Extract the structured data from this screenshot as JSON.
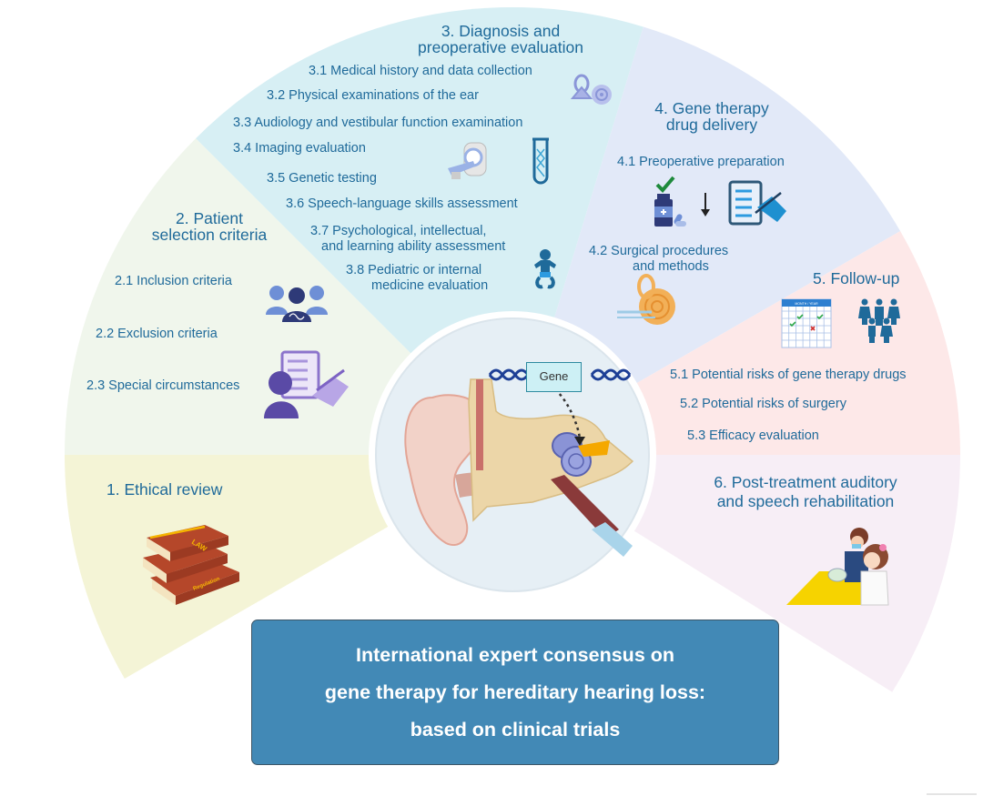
{
  "title": {
    "lines": [
      "International expert consensus on",
      "gene therapy for hereditary hearing loss:",
      "based on clinical trials"
    ]
  },
  "sections": [
    {
      "id": "ethical-review",
      "heading": "1. Ethical review",
      "color": "#f4f4d6",
      "items": [],
      "icons": [
        "law-books-icon"
      ],
      "book_labels": [
        "LAW",
        "Regulation"
      ]
    },
    {
      "id": "patient-selection",
      "heading_lines": [
        "2. Patient",
        "selection criteria"
      ],
      "color": "#f0f6ec",
      "items": [
        "2.1  Inclusion criteria",
        "2.2  Exclusion criteria",
        "2.3  Special circumstances"
      ],
      "icons": [
        "patient-group-dna-icon",
        "clipboard-person-icon"
      ]
    },
    {
      "id": "diagnosis",
      "heading_lines": [
        "3. Diagnosis and",
        "preoperative evaluation"
      ],
      "color": "#d7eff4",
      "items": [
        "3.1  Medical history and data collection",
        "3.2  Physical examinations of the ear",
        "3.3  Audiology and vestibular function examination",
        "3.4  Imaging evaluation",
        "3.5  Genetic testing",
        "3.6  Speech-language skills assessment",
        "3.7  Psychological, intellectual,",
        "and learning ability assessment",
        "3.8  Pediatric or internal",
        "medicine evaluation"
      ],
      "icons": [
        "inner-ear-icon",
        "mri-scanner-icon",
        "dna-test-tube-icon",
        "baby-icon"
      ]
    },
    {
      "id": "gene-therapy-delivery",
      "heading_lines": [
        "4. Gene therapy",
        "drug delivery"
      ],
      "color": "#e2e9f8",
      "items": [
        "4.1  Preoperative preparation",
        "4.2  Surgical procedures",
        "and methods"
      ],
      "icons": [
        "medicine-bottle-check-icon",
        "arrow-down-icon",
        "checklist-pen-icon",
        "cochlea-surgery-icon"
      ]
    },
    {
      "id": "follow-up",
      "heading": "5. Follow-up",
      "color": "#fde8e8",
      "items": [
        "5.1  Potential risks of gene therapy drugs",
        "5.2  Potential risks of surgery",
        "5.3  Efficacy evaluation"
      ],
      "icons": [
        "calendar-icon",
        "family-group-icon"
      ],
      "calendar_header": "MONTH / YEAR"
    },
    {
      "id": "rehabilitation",
      "heading_lines": [
        "6. Post-treatment auditory",
        "and speech rehabilitation"
      ],
      "color": "#f7eef6",
      "items": [],
      "icons": [
        "speech-therapy-scene-icon"
      ]
    }
  ],
  "center": {
    "gene_label": "Gene",
    "icons": [
      "ear-anatomy-icon",
      "dna-helix-icon",
      "dotted-arrow-icon"
    ],
    "color": "#e6eff5"
  },
  "colors": {
    "text": "#1f6a9a",
    "title_box": "#4289b6",
    "title_text": "#ffffff"
  }
}
